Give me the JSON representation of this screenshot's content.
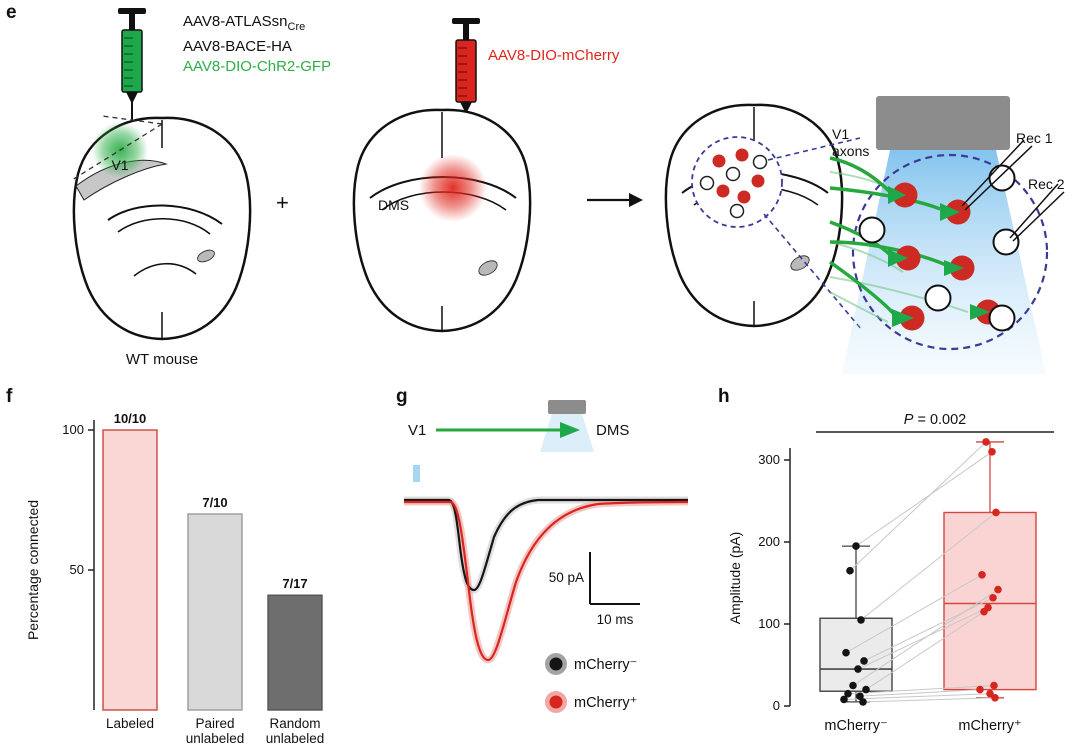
{
  "panel_labels": {
    "e": "e",
    "f": "f",
    "g": "g",
    "h": "h"
  },
  "panel_e": {
    "virus_left_line1": "AAV8-ATLASsn",
    "virus_left_line1_sub": "Cre",
    "virus_left_line2": "AAV8-BACE-HA",
    "virus_left_line3": "AAV8-DIO-ChR2-GFP",
    "virus_mid": "AAV8-DIO-mCherry",
    "region_v1": "V1",
    "region_dms": "DMS",
    "caption": "WT mouse",
    "plus": "+",
    "axons_label_line1": "V1",
    "axons_label_line2": "axons",
    "rec1": "Rec 1",
    "rec2": "Rec 2",
    "colors": {
      "gfp_green": "#2fae49",
      "mcherry_red": "#e0261c",
      "light_cone_blue": "#a6d4f2",
      "dashed_circle_blue": "#3a3a99",
      "objective_gray": "#8c8c8c"
    }
  },
  "panel_g": {
    "v1": "V1",
    "dms": "DMS",
    "scale_v": "50 pA",
    "scale_h": "10 ms",
    "legend": [
      {
        "label": "mCherry⁻",
        "dot": "#141414",
        "halo": "#a3a3a3"
      },
      {
        "label": "mCherry⁺",
        "dot": "#d6261f",
        "halo": "#f2a7a3"
      }
    ]
  },
  "chart_data": [
    {
      "id": "panel_f",
      "type": "bar",
      "title": "",
      "ylabel": "Percentage connected",
      "ylim": [
        0,
        100
      ],
      "yticks": [
        50,
        100
      ],
      "categories": [
        "Labeled",
        "Paired\nunlabeled",
        "Random\nunlabeled"
      ],
      "values": [
        100,
        70,
        41
      ],
      "bar_labels": [
        "10/10",
        "7/10",
        "7/17"
      ],
      "bar_fill": [
        "#f8d7d5",
        "#d9d9d9",
        "#6e6e6e"
      ],
      "bar_stroke": [
        "#c9473f",
        "#9a9a9a",
        "#555555"
      ]
    },
    {
      "id": "panel_h",
      "type": "box",
      "ylabel": "Amplitude (pA)",
      "ylim": [
        0,
        340
      ],
      "yticks": [
        0,
        100,
        200,
        300
      ],
      "categories": [
        "mCherry⁻",
        "mCherry⁺"
      ],
      "p_symbol": "P",
      "p_rest": " = 0.002",
      "boxes": [
        {
          "name": "mCherry⁻",
          "whisker_low": 5,
          "q1": 18,
          "median": 45,
          "q3": 107,
          "whisker_high": 195,
          "fill": "#ebebeb",
          "stroke": "#444444",
          "median_color": "#444444"
        },
        {
          "name": "mCherry⁺",
          "whisker_low": 10,
          "q1": 20,
          "median": 125,
          "q3": 236,
          "whisker_high": 322,
          "fill": "#f9d4d2",
          "stroke": "#d6453f",
          "median_color": "#d6453f"
        }
      ],
      "pairs": [
        [
          195,
          310
        ],
        [
          165,
          322
        ],
        [
          105,
          236
        ],
        [
          65,
          160
        ],
        [
          55,
          132
        ],
        [
          45,
          120
        ],
        [
          25,
          142
        ],
        [
          20,
          115
        ],
        [
          15,
          25
        ],
        [
          12,
          20
        ],
        [
          8,
          15
        ],
        [
          5,
          10
        ]
      ],
      "point_colors": [
        "#141414",
        "#d6261f"
      ]
    }
  ]
}
